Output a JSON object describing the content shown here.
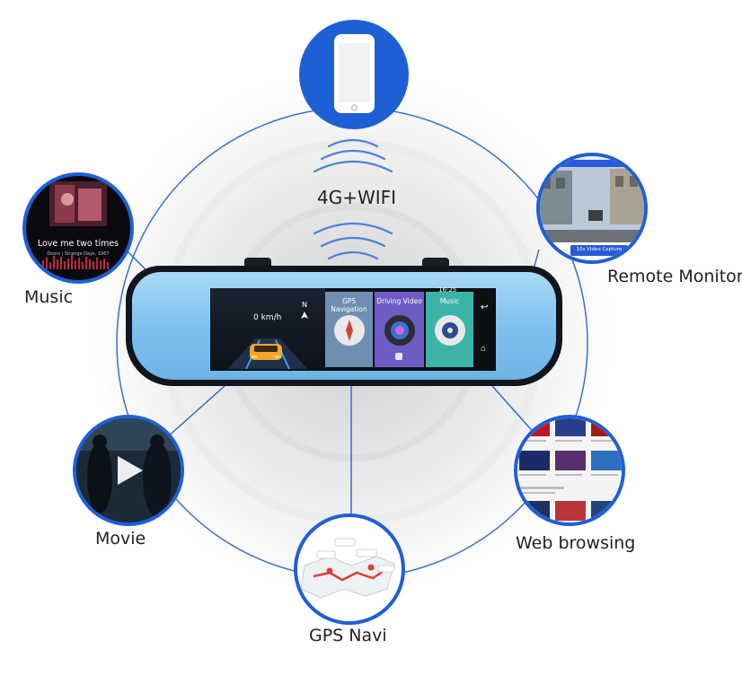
{
  "center": {
    "connectivity_label": "4G+WIFI"
  },
  "features": {
    "music": "Music",
    "remote_monitor": "Remote Monitor",
    "movie": "Movie",
    "web_browsing": "Web browsing",
    "gps_navi": "GPS Navi"
  },
  "music_thumb": {
    "song_title": "Love me two times",
    "song_subtitle": "Doors | Strange Days, 1967"
  },
  "remote_thumb": {
    "capture_button": "10s Video Capture"
  },
  "screen": {
    "speed": "0 km/h",
    "compass": "N",
    "time": "16:25",
    "tiles": {
      "gps": "GPS Navigation",
      "driving": "Driving Video",
      "music": "Music"
    }
  },
  "colors": {
    "accent_blue": "#1f5fd6",
    "line_blue": "#2c62c7",
    "mirror_blue": "#8ccaf2"
  }
}
